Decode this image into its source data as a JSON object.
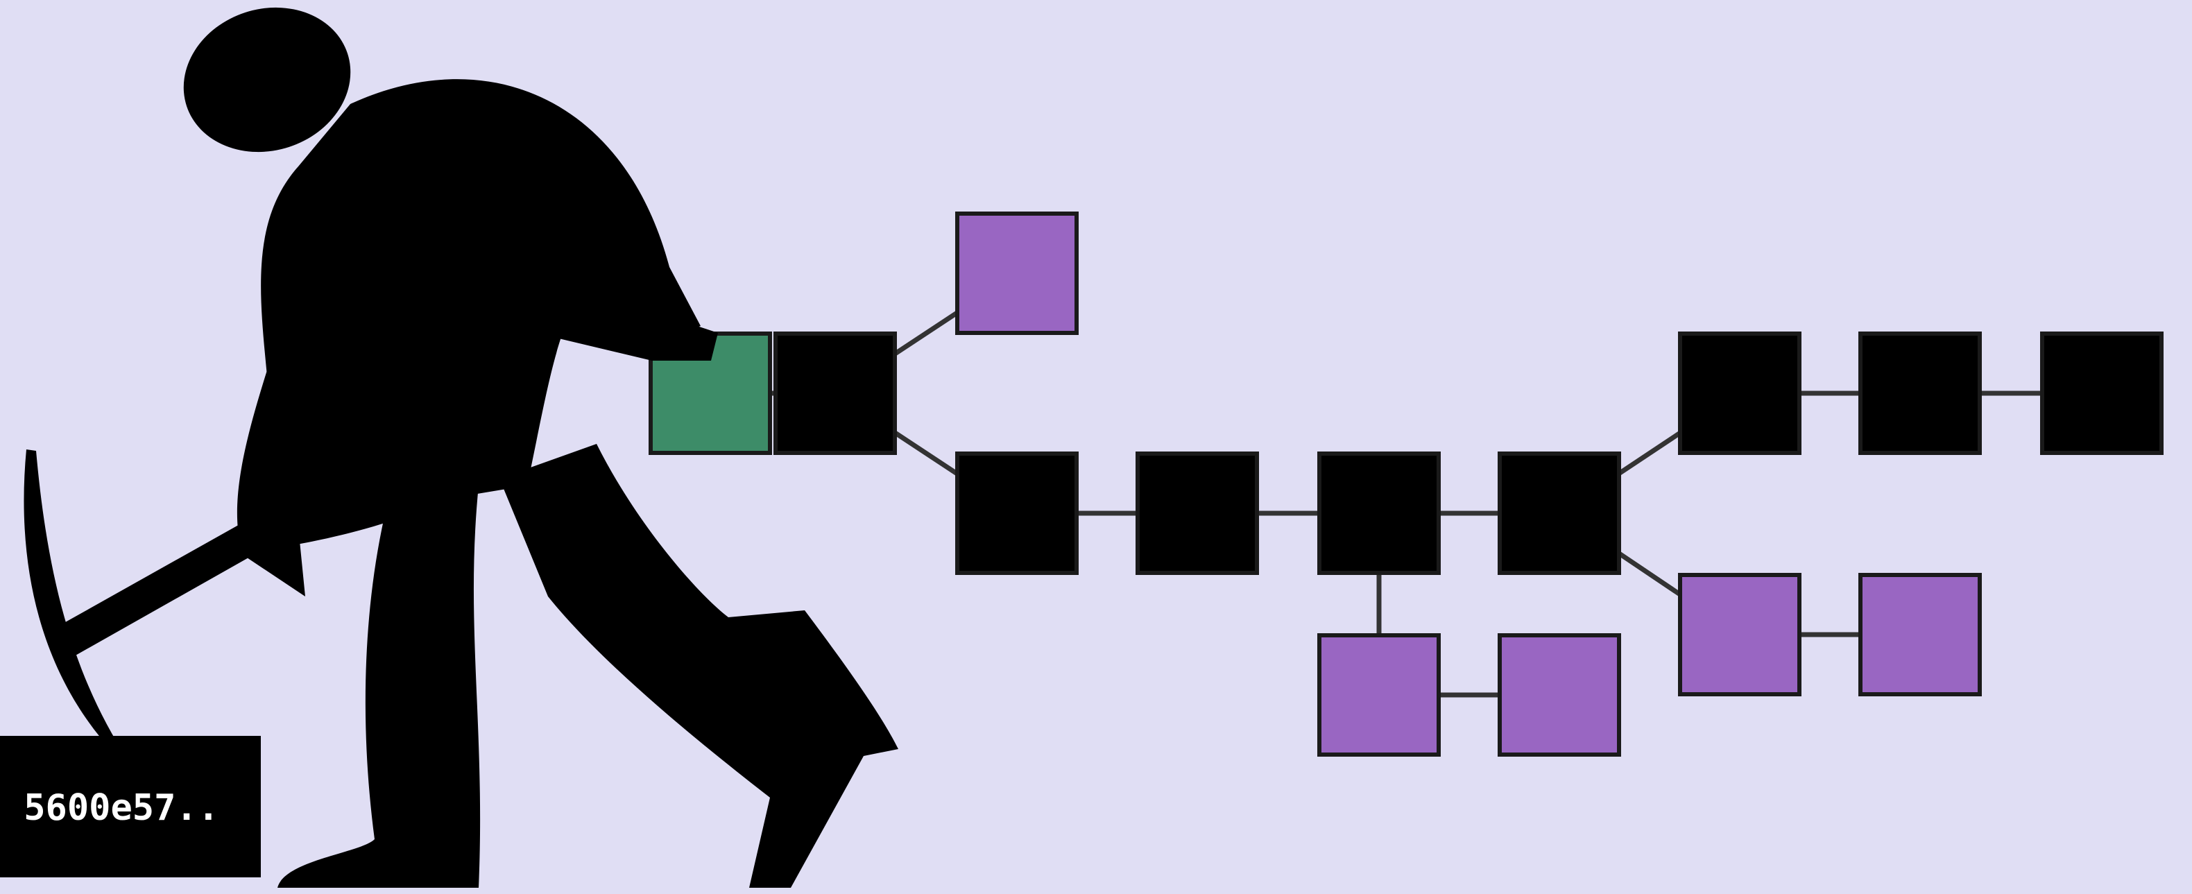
{
  "colors": {
    "background": "#e0def4",
    "block_main": "#000000",
    "block_orphan": "#9966c2",
    "block_genesis": "#3d8c68",
    "miner": "#000000"
  },
  "miner": {
    "icon": "miner-with-pickaxe-icon"
  },
  "hash_display": {
    "text": "5600e57.."
  },
  "blocks": [
    {
      "id": "genesis",
      "kind": "genesis"
    },
    {
      "id": "main-1",
      "kind": "main"
    },
    {
      "id": "orphan-top",
      "kind": "orphan"
    },
    {
      "id": "main-2",
      "kind": "main"
    },
    {
      "id": "main-3",
      "kind": "main"
    },
    {
      "id": "main-4",
      "kind": "main"
    },
    {
      "id": "main-5",
      "kind": "main"
    },
    {
      "id": "main-6",
      "kind": "main"
    },
    {
      "id": "main-7",
      "kind": "main"
    },
    {
      "id": "main-8",
      "kind": "main"
    },
    {
      "id": "orphan-a1",
      "kind": "orphan"
    },
    {
      "id": "orphan-a2",
      "kind": "orphan"
    },
    {
      "id": "orphan-b1",
      "kind": "orphan"
    },
    {
      "id": "orphan-b2",
      "kind": "orphan"
    }
  ],
  "links": [
    [
      "genesis",
      "main-1"
    ],
    [
      "main-1",
      "orphan-top"
    ],
    [
      "main-1",
      "main-2"
    ],
    [
      "main-2",
      "main-3"
    ],
    [
      "main-3",
      "main-4"
    ],
    [
      "main-4",
      "main-5"
    ],
    [
      "main-4",
      "orphan-a1"
    ],
    [
      "orphan-a1",
      "orphan-a2"
    ],
    [
      "main-5",
      "main-6"
    ],
    [
      "main-6",
      "main-7"
    ],
    [
      "main-7",
      "main-8"
    ],
    [
      "main-5",
      "orphan-b1"
    ],
    [
      "orphan-b1",
      "orphan-b2"
    ]
  ]
}
